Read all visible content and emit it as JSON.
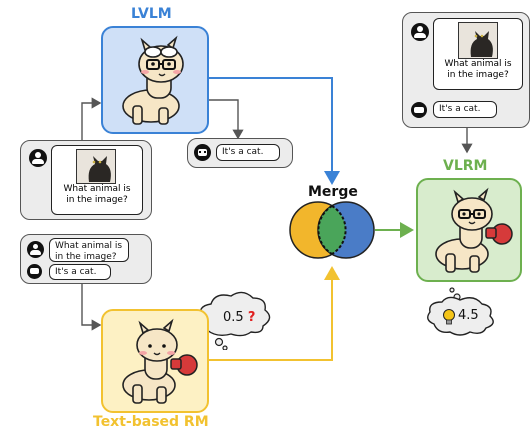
{
  "lvlm": {
    "title": "LVLM",
    "color": "#3a82d6",
    "fill": "#cfe0f7"
  },
  "input_panel": {
    "question": "What animal is in the image?",
    "image": "black-cat-photo"
  },
  "lvlm_output": {
    "answer": "It's a cat."
  },
  "text_panel": {
    "question": "What animal is in the image?",
    "answer": "It's a cat."
  },
  "text_rm": {
    "title": "Text-based RM",
    "color": "#f2c230",
    "fill": "#fdf1c4",
    "score": "0.5",
    "score_suffix": "?"
  },
  "merge": {
    "label": "Merge",
    "left_color": "#f2b62c",
    "right_color": "#4a7cc7",
    "center_color": "#4aa55a"
  },
  "vlrm_input": {
    "question": "What animal is in the image?",
    "answer": "It's a cat."
  },
  "vlrm": {
    "title": "VLRM",
    "color": "#6db04f",
    "fill": "#d8eccd",
    "score": "4.5"
  },
  "icons": [
    "user-icon",
    "robot-icon",
    "llama-icon",
    "cat-image-icon",
    "lightbulb-icon",
    "thought-cloud-icon",
    "boxing-glove-icon"
  ]
}
